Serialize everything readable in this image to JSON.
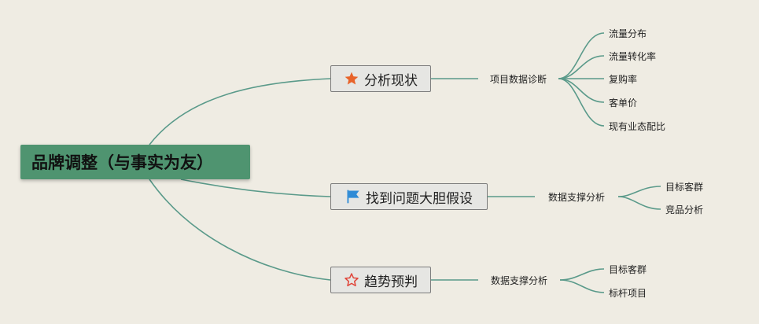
{
  "root": {
    "label": "品牌调整（与事实为友）"
  },
  "branches": [
    {
      "label": "分析现状",
      "icon": "star-filled-icon",
      "icon_color": "#e8632a",
      "sub": "项目数据诊断",
      "leaves": [
        "流量分布",
        "流量转化率",
        "复购率",
        "客单价",
        "现有业态配比"
      ]
    },
    {
      "label": "找到问题大胆假设",
      "icon": "flag-icon",
      "icon_color": "#2f8bd6",
      "sub": "数据支撑分析",
      "leaves": [
        "目标客群",
        "竞品分析"
      ]
    },
    {
      "label": "趋势预判",
      "icon": "star-outline-icon",
      "icon_color": "#e0453a",
      "sub": "数据支撑分析",
      "leaves": [
        "目标客群",
        "标杆项目"
      ]
    }
  ],
  "colors": {
    "connector": "#5a9a8a",
    "root_fill": "#4f9470",
    "background": "#efece3"
  }
}
